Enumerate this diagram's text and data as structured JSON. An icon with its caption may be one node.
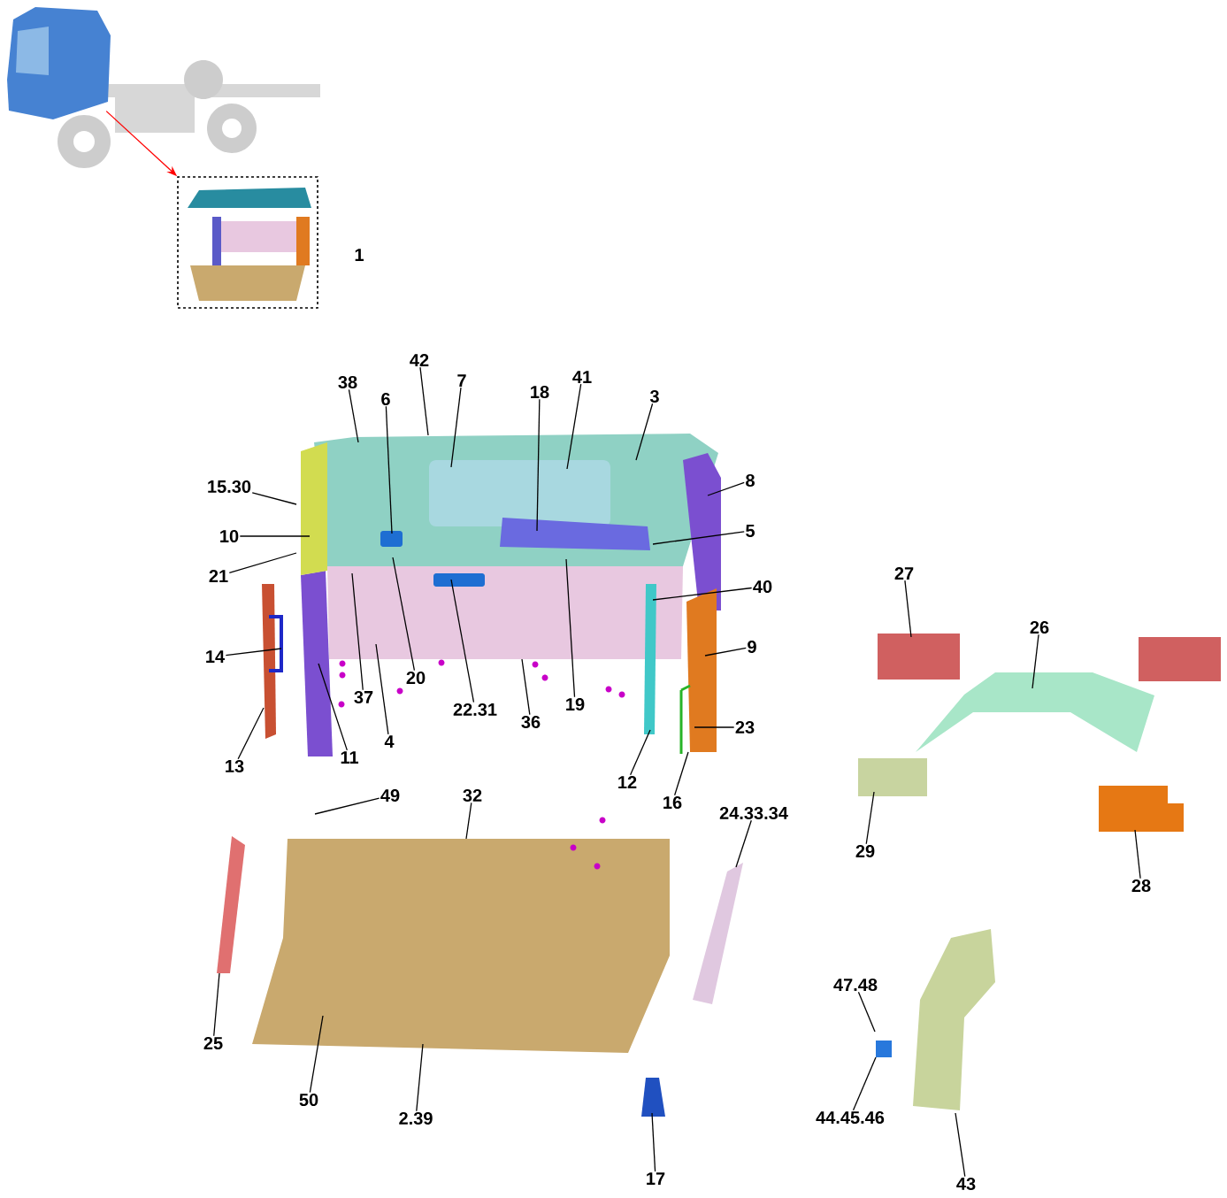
{
  "diagram": {
    "nodes": [
      {
        "text": [],
        "shape": "picture"
      },
      {
        "text": [],
        "shape": "box",
        "beside": [
          "1"
        ]
      },
      {
        "text": [
          "38"
        ]
      },
      {
        "text": [
          "42"
        ]
      },
      {
        "text": [
          "7"
        ]
      },
      {
        "text": [
          "6"
        ]
      },
      {
        "text": [
          "18"
        ]
      },
      {
        "text": [
          "41"
        ]
      },
      {
        "text": [
          "3"
        ]
      },
      {
        "text": [
          "8"
        ]
      },
      {
        "text": [
          "5"
        ]
      },
      {
        "text": [
          "40"
        ]
      },
      {
        "text": [
          "9"
        ]
      },
      {
        "text": [
          "23"
        ]
      },
      {
        "text": [
          "16"
        ]
      },
      {
        "text": [
          "12"
        ]
      },
      {
        "text": [
          "19"
        ]
      },
      {
        "text": [
          "36"
        ]
      },
      {
        "text": [
          "22.31"
        ]
      },
      {
        "text": [
          "20"
        ]
      },
      {
        "text": [
          "4"
        ]
      },
      {
        "text": [
          "37"
        ]
      },
      {
        "text": [
          "11"
        ]
      },
      {
        "text": [
          "13"
        ]
      },
      {
        "text": [
          "14"
        ]
      },
      {
        "text": [
          "21"
        ]
      },
      {
        "text": [
          "10"
        ]
      },
      {
        "text": [
          "15.30"
        ]
      },
      {
        "text": [
          "49"
        ]
      },
      {
        "text": [
          "32"
        ]
      },
      {
        "text": [
          "24.33.34"
        ]
      },
      {
        "text": [
          "25"
        ]
      },
      {
        "text": [
          "50"
        ]
      },
      {
        "text": [
          "2.39"
        ]
      },
      {
        "text": [
          "17"
        ]
      },
      {
        "text": [
          "47.48"
        ]
      },
      {
        "text": [
          "44.45.46"
        ]
      },
      {
        "text": [
          "43"
        ]
      },
      {
        "text": [
          "27"
        ]
      },
      {
        "text": [
          "26"
        ]
      },
      {
        "text": [
          "29"
        ]
      },
      {
        "text": [
          "28"
        ]
      }
    ],
    "edges": [
      {
        "from": 0,
        "to": 1,
        "arrow": "to",
        "color": "#ff0000"
      },
      {
        "from": 2,
        "to": null,
        "arrow": "none"
      },
      {
        "from": 3,
        "to": null,
        "arrow": "none"
      },
      {
        "from": 4,
        "to": null,
        "arrow": "none"
      },
      {
        "from": 5,
        "to": null,
        "arrow": "none"
      },
      {
        "from": 6,
        "to": null,
        "arrow": "none"
      },
      {
        "from": 7,
        "to": null,
        "arrow": "none"
      },
      {
        "from": 8,
        "to": null,
        "arrow": "none"
      },
      {
        "from": 9,
        "to": null,
        "arrow": "none"
      },
      {
        "from": 10,
        "to": null,
        "arrow": "none"
      },
      {
        "from": 11,
        "to": null,
        "arrow": "none"
      },
      {
        "from": 12,
        "to": null,
        "arrow": "none"
      },
      {
        "from": 13,
        "to": null,
        "arrow": "none"
      },
      {
        "from": 14,
        "to": null,
        "arrow": "none"
      },
      {
        "from": 15,
        "to": null,
        "arrow": "none"
      },
      {
        "from": 16,
        "to": null,
        "arrow": "none"
      },
      {
        "from": 17,
        "to": null,
        "arrow": "none"
      },
      {
        "from": 18,
        "to": null,
        "arrow": "none"
      },
      {
        "from": 19,
        "to": null,
        "arrow": "none"
      },
      {
        "from": 20,
        "to": null,
        "arrow": "none"
      },
      {
        "from": 21,
        "to": null,
        "arrow": "none"
      },
      {
        "from": 22,
        "to": null,
        "arrow": "none"
      },
      {
        "from": 23,
        "to": null,
        "arrow": "none"
      },
      {
        "from": 24,
        "to": null,
        "arrow": "none"
      },
      {
        "from": 25,
        "to": null,
        "arrow": "none"
      },
      {
        "from": 26,
        "to": null,
        "arrow": "none"
      },
      {
        "from": 27,
        "to": null,
        "arrow": "none"
      },
      {
        "from": 28,
        "to": null,
        "arrow": "none"
      },
      {
        "from": 29,
        "to": null,
        "arrow": "none"
      },
      {
        "from": 30,
        "to": null,
        "arrow": "none"
      },
      {
        "from": 31,
        "to": null,
        "arrow": "none"
      },
      {
        "from": 32,
        "to": null,
        "arrow": "none"
      },
      {
        "from": 33,
        "to": null,
        "arrow": "none"
      },
      {
        "from": 34,
        "to": null,
        "arrow": "none"
      },
      {
        "from": 35,
        "to": null,
        "arrow": "none"
      },
      {
        "from": 36,
        "to": null,
        "arrow": "none"
      },
      {
        "from": 37,
        "to": null,
        "arrow": "none"
      },
      {
        "from": 38,
        "to": null,
        "arrow": "none"
      },
      {
        "from": 39,
        "to": null,
        "arrow": "none"
      },
      {
        "from": 40,
        "to": null,
        "arrow": "none"
      },
      {
        "from": 41,
        "to": null,
        "arrow": "none"
      }
    ]
  }
}
